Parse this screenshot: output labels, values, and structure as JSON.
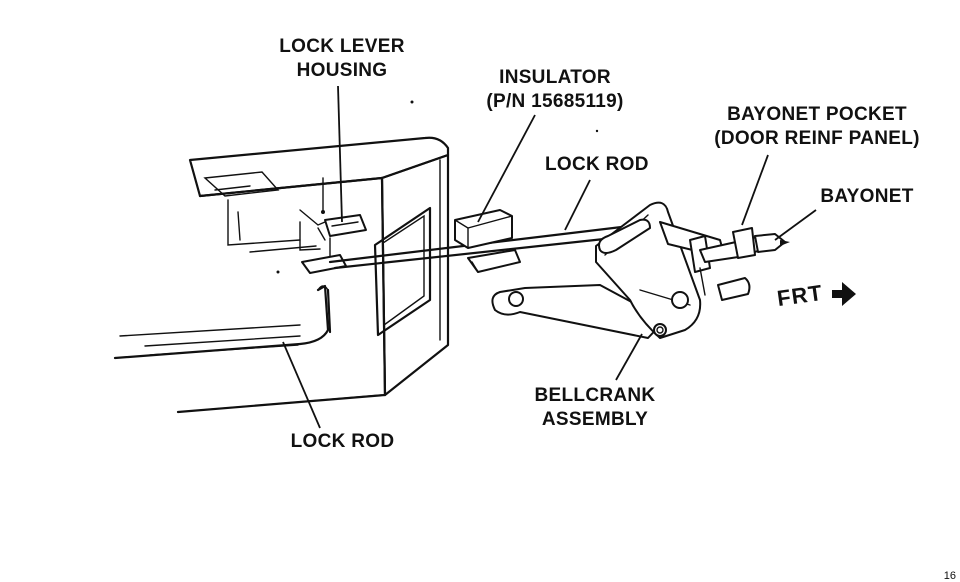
{
  "labels": {
    "lock_lever_housing": [
      "LOCK LEVER",
      "HOUSING"
    ],
    "insulator": [
      "INSULATOR",
      "(P/N 15685119)"
    ],
    "bayonet_pocket": [
      "BAYONET POCKET",
      "(DOOR REINF PANEL)"
    ],
    "lock_rod_upper": "LOCK ROD",
    "bayonet": "BAYONET",
    "frt": "FRT",
    "bellcrank_assembly": [
      "BELLCRANK",
      "ASSEMBLY"
    ],
    "lock_rod_lower": "LOCK ROD"
  },
  "page_number": "16"
}
